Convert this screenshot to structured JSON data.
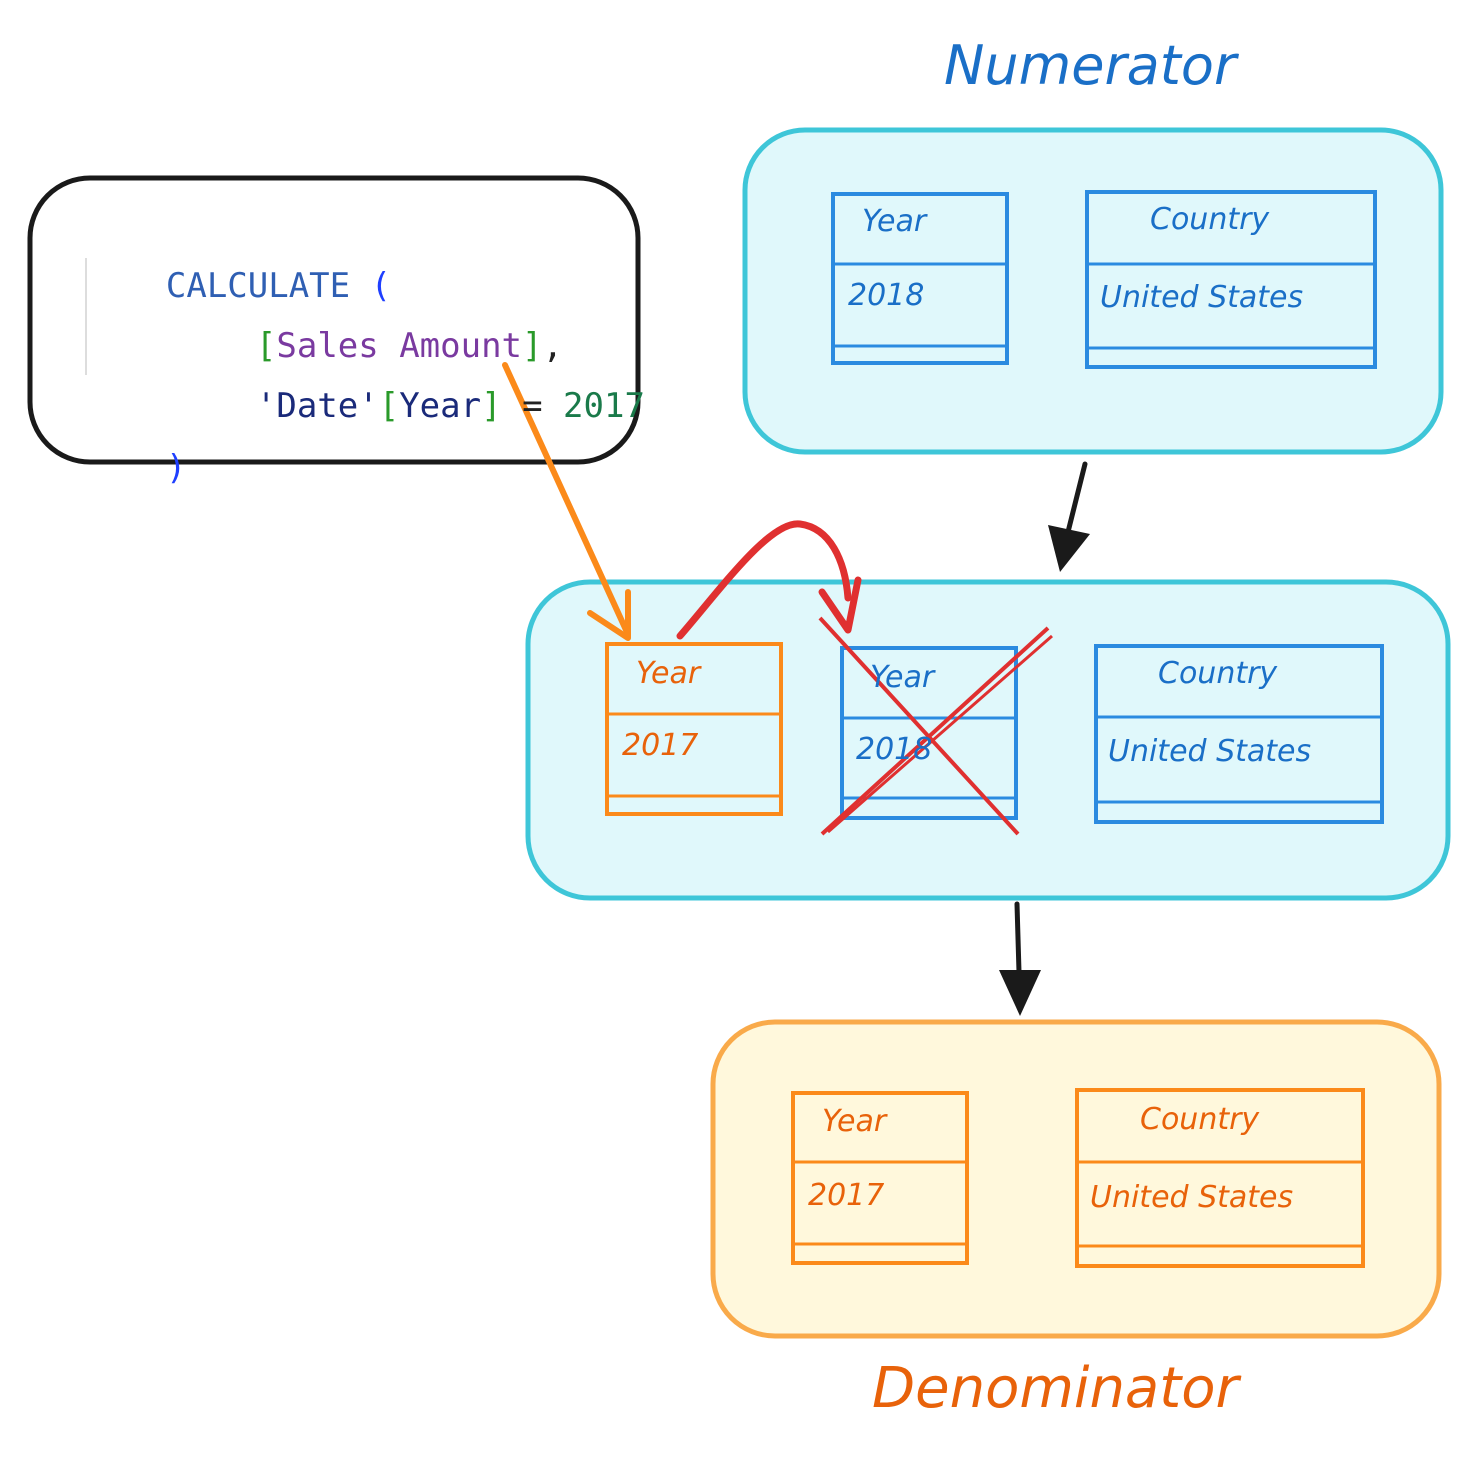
{
  "titles": {
    "numerator": "Numerator",
    "denominator": "Denominator"
  },
  "code": {
    "calculate": "CALCULATE",
    "open_paren": "(",
    "measure": "Sales Amount",
    "table_name": "'Date'",
    "column": "Year",
    "equals": "=",
    "value": "2017",
    "comma": ",",
    "close_paren": ")"
  },
  "numerator_panel": {
    "year_header": "Year",
    "year_value": "2018",
    "country_header": "Country",
    "country_value": "United States"
  },
  "middle_panel": {
    "new_year_header": "Year",
    "new_year_value": "2017",
    "old_year_header": "Year",
    "old_year_value": "2018",
    "country_header": "Country",
    "country_value": "United States"
  },
  "denominator_panel": {
    "year_header": "Year",
    "year_value": "2017",
    "country_header": "Country",
    "country_value": "United States"
  },
  "colors": {
    "blue_text": "#1a6fc7",
    "blue_stroke": "#2b8be0",
    "cyan_stroke": "#3ec6d8",
    "cyan_fill": "#e0f8fb",
    "orange_stroke": "#fb8a1a",
    "orange_text": "#e8620a",
    "yellow_fill": "#fff8dc",
    "yellow_stroke": "#f9aa4a",
    "red": "#e03030",
    "black": "#1a1a1a"
  }
}
